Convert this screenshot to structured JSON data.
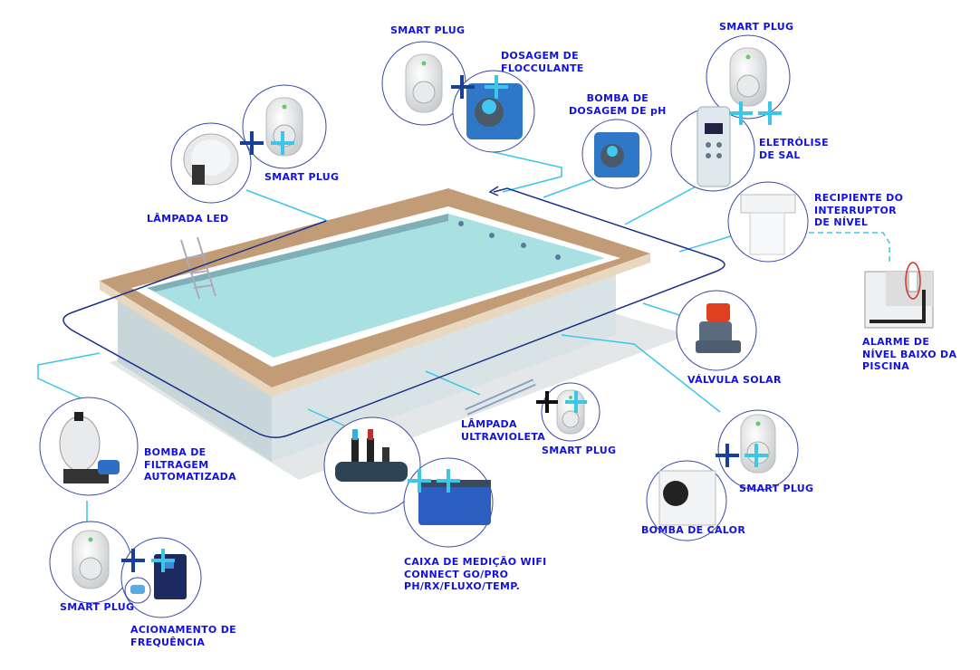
{
  "colors": {
    "label": "#1212e0",
    "line_light": "#3cc6e8",
    "line_dark": "#1a2f8c",
    "deck": "#c29c76",
    "water": "#a9e1e3"
  },
  "labels": {
    "smart_plug_top_left": [
      "SMART PLUG"
    ],
    "dosagem_flocculante": [
      "DOSAGEM DE",
      "FLOCCULANTE"
    ],
    "bomba_dosagem_ph": [
      "BOMBA DE",
      "DOSAGEM DE pH"
    ],
    "smart_plug_top_right": [
      "SMART PLUG"
    ],
    "eletrolise": [
      "ELETRÓLISE",
      "DE SAL"
    ],
    "smart_plug_led": [
      "SMART PLUG"
    ],
    "lampada_led": [
      "LÂMPADA LED"
    ],
    "recipiente": [
      "RECIPIENTE DO",
      "INTERRUPTOR",
      "DE NÍVEL"
    ],
    "alarme": [
      "ALARME DE",
      "NÍVEL BAIXO DA",
      "PISCINA"
    ],
    "valvula_solar": [
      "VÁLVULA SOLAR"
    ],
    "lampada_uv": [
      "LÂMPADA",
      "ULTRAVIOLETA"
    ],
    "smart_plug_uv": [
      "SMART PLUG"
    ],
    "bomba_filtragem": [
      "BOMBA DE",
      "FILTRAGEM",
      "AUTOMATIZADA"
    ],
    "smart_plug_calor": [
      "SMART PLUG"
    ],
    "bomba_calor": [
      "BOMBA DE CALOR"
    ],
    "caixa_medicao": [
      "CAIXA DE MEDIÇÃO WIFI",
      "CONNECT GO/PRO",
      "PH/RX/FLUXO/TEMP."
    ],
    "smart_plug_filtragem": [
      "SMART PLUG"
    ],
    "acionamento": [
      "ACIONAMENTO DE",
      "FREQUÊNCIA"
    ]
  }
}
